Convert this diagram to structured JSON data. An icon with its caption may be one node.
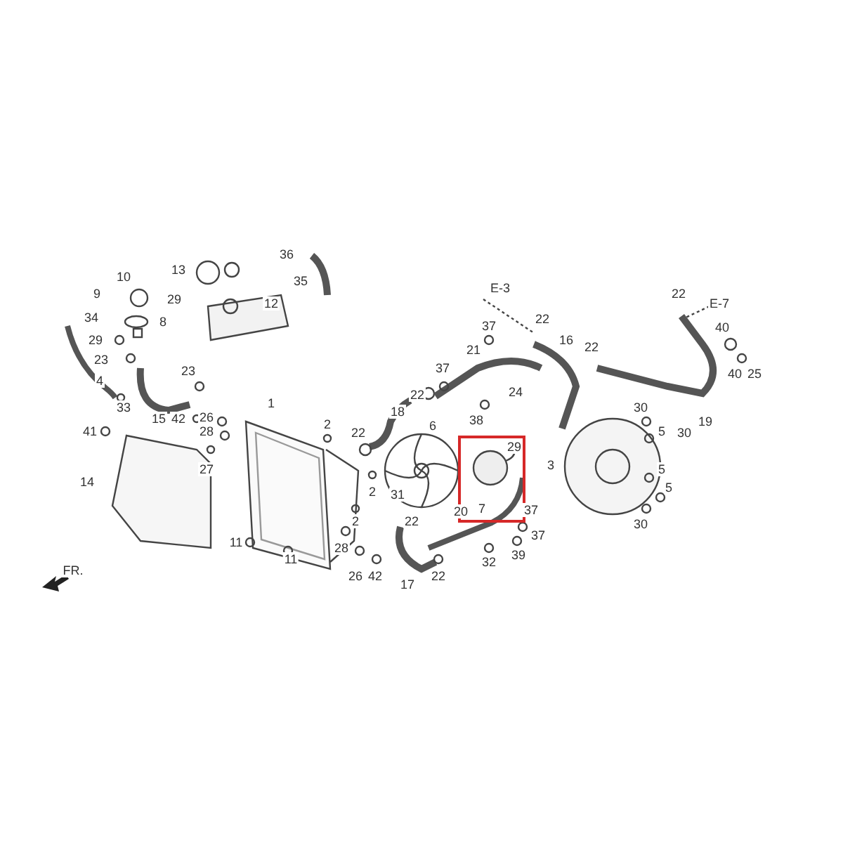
{
  "diagram": {
    "labels": [
      "36",
      "13",
      "10",
      "35",
      "9",
      "29",
      "E-3",
      "E-7",
      "12",
      "34",
      "8",
      "22",
      "22",
      "37",
      "40",
      "29",
      "21",
      "16",
      "22",
      "23",
      "23",
      "37",
      "40",
      "25",
      "4",
      "24",
      "22",
      "33",
      "30",
      "18",
      "1",
      "15",
      "42",
      "26",
      "38",
      "19",
      "2",
      "6",
      "41",
      "28",
      "5",
      "30",
      "22",
      "29",
      "3",
      "27",
      "5",
      "14",
      "5",
      "2",
      "31",
      "7",
      "20",
      "37",
      "2",
      "22",
      "30",
      "37",
      "11",
      "28",
      "11",
      "32",
      "39",
      "FR.",
      "26",
      "42",
      "17",
      "22"
    ]
  }
}
